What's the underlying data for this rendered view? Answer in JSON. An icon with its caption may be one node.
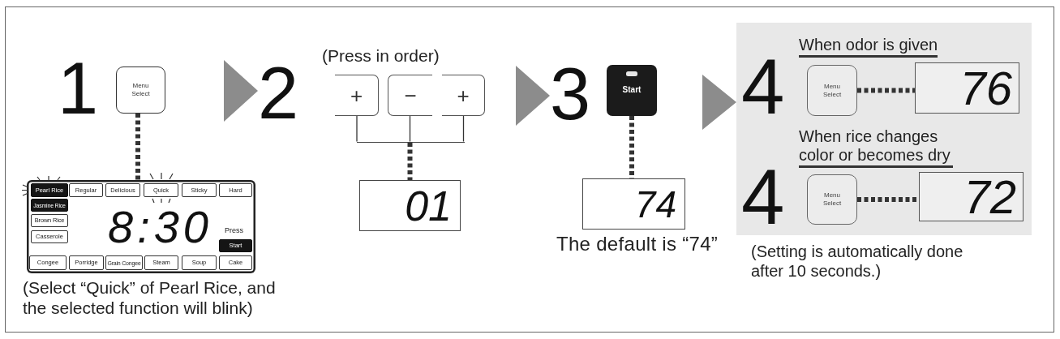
{
  "diagram": {
    "nodes": [
      {
        "text": [
          "Menu Select"
        ]
      },
      {
        "text": [
          "8:30",
          "Press"
        ],
        "beside": [
          "(Select “Quick” of Pearl Rice, and the selected function will blink)"
        ]
      },
      {
        "text": [
          "Pearl Rice"
        ],
        "in": 1
      },
      {
        "text": [
          "Regular"
        ],
        "in": 1
      },
      {
        "text": [
          "Delicious"
        ],
        "in": 1
      },
      {
        "text": [
          "Quick"
        ],
        "in": 1
      },
      {
        "text": [
          "Sticky"
        ],
        "in": 1
      },
      {
        "text": [
          "Hard"
        ],
        "in": 1
      },
      {
        "text": [
          "Jasmine Rice"
        ],
        "in": 1
      },
      {
        "text": [
          "Brown Rice"
        ],
        "in": 1
      },
      {
        "text": [
          "Casserole"
        ],
        "in": 1
      },
      {
        "text": [
          "Start"
        ],
        "in": 1
      },
      {
        "text": [
          "Congee"
        ],
        "in": 1
      },
      {
        "text": [
          "Porridge"
        ],
        "in": 1
      },
      {
        "text": [
          "Grain Congee"
        ],
        "in": 1
      },
      {
        "text": [
          "Steam"
        ],
        "in": 1
      },
      {
        "text": [
          "Soup"
        ],
        "in": 1
      },
      {
        "text": [
          "Cake"
        ],
        "in": 1
      },
      {
        "text": [
          "2"
        ]
      },
      {
        "text": [
          "+"
        ]
      },
      {
        "text": [
          "−"
        ]
      },
      {
        "text": [
          "+"
        ]
      },
      {
        "text": [],
        "shape": "bar"
      },
      {
        "text": [
          "01"
        ]
      },
      {
        "text": [
          "3"
        ]
      },
      {
        "text": [
          "Start"
        ]
      },
      {
        "text": [
          "74"
        ],
        "beside": [
          "The default is “74”"
        ]
      },
      {
        "text": [
          "When odor is given",
          "4",
          "When rice changes color or becomes dry",
          "4"
        ],
        "beside": [
          "(Setting is automatically done after 10 seconds.)"
        ]
      },
      {
        "text": [
          "Menu Select"
        ],
        "in": 27
      },
      {
        "text": [
          "76"
        ],
        "in": 27
      },
      {
        "text": [
          "Menu Select"
        ],
        "in": 27
      },
      {
        "text": [
          "72"
        ],
        "in": 27
      }
    ],
    "edges": [
      {
        "from": null,
        "to": 18,
        "arrow": "to",
        "color": "#8c8c8c"
      },
      {
        "from": null,
        "to": 24,
        "arrow": "to",
        "color": "#8c8c8c"
      },
      {
        "from": null,
        "to": 27,
        "arrow": "to",
        "color": "#8c8c8c"
      },
      {
        "from": 0,
        "to": 1,
        "arrow": "none",
        "style": "dashed"
      },
      {
        "from": 19,
        "to": 22,
        "arrow": "none"
      },
      {
        "from": 20,
        "to": 22,
        "arrow": "none"
      },
      {
        "from": 21,
        "to": 22,
        "arrow": "none"
      },
      {
        "from": 22,
        "to": 23,
        "arrow": "none",
        "style": "dashed"
      },
      {
        "from": 25,
        "to": 26,
        "arrow": "none",
        "style": "dashed"
      },
      {
        "from": 28,
        "to": 29,
        "arrow": "none",
        "style": "dashed"
      },
      {
        "from": 30,
        "to": 31,
        "arrow": "none",
        "style": "dashed"
      }
    ],
    "labels": [
      "1",
      "(Press in order)"
    ]
  }
}
